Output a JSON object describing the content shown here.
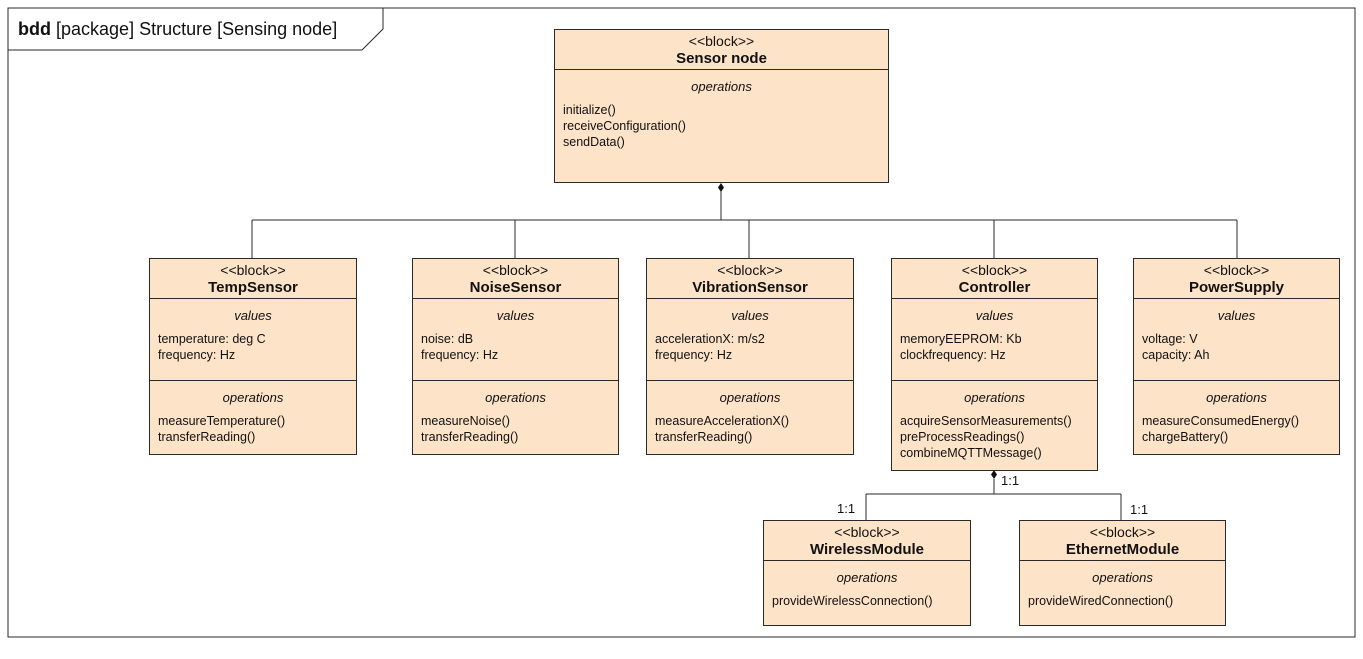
{
  "frame": {
    "keyword": "bdd",
    "rest": "[package] Structure [Sensing node]"
  },
  "blocks": [
    {
      "id": "sensor-node",
      "stereotype": "<<block>>",
      "name": "Sensor node",
      "compartments": [
        {
          "title": "operations",
          "items": [
            "initialize()",
            "receiveConfiguration()",
            "sendData()"
          ]
        }
      ]
    },
    {
      "id": "temp-sensor",
      "stereotype": "<<block>>",
      "name": "TempSensor",
      "compartments": [
        {
          "title": "values",
          "items": [
            "temperature: deg C",
            "frequency: Hz"
          ]
        },
        {
          "title": "operations",
          "items": [
            "measureTemperature()",
            "transferReading()"
          ]
        }
      ]
    },
    {
      "id": "noise-sensor",
      "stereotype": "<<block>>",
      "name": "NoiseSensor",
      "compartments": [
        {
          "title": "values",
          "items": [
            "noise: dB",
            "frequency: Hz"
          ]
        },
        {
          "title": "operations",
          "items": [
            "measureNoise()",
            "transferReading()"
          ]
        }
      ]
    },
    {
      "id": "vibration-sensor",
      "stereotype": "<<block>>",
      "name": "VibrationSensor",
      "compartments": [
        {
          "title": "values",
          "items": [
            "accelerationX: m/s2",
            "frequency: Hz"
          ]
        },
        {
          "title": "operations",
          "items": [
            "measureAccelerationX()",
            "transferReading()"
          ]
        }
      ]
    },
    {
      "id": "controller",
      "stereotype": "<<block>>",
      "name": "Controller",
      "compartments": [
        {
          "title": "values",
          "items": [
            "memoryEEPROM: Kb",
            "clockfrequency: Hz"
          ]
        },
        {
          "title": "operations",
          "items": [
            "acquireSensorMeasurements()",
            "preProcessReadings()",
            "combineMQTTMessage()"
          ]
        }
      ]
    },
    {
      "id": "power-supply",
      "stereotype": "<<block>>",
      "name": "PowerSupply",
      "compartments": [
        {
          "title": "values",
          "items": [
            "voltage: V",
            "capacity: Ah"
          ]
        },
        {
          "title": "operations",
          "items": [
            "measureConsumedEnergy()",
            "chargeBattery()"
          ]
        }
      ]
    },
    {
      "id": "wireless-module",
      "stereotype": "<<block>>",
      "name": "WirelessModule",
      "compartments": [
        {
          "title": "operations",
          "items": [
            "provideWirelessConnection()"
          ]
        }
      ]
    },
    {
      "id": "ethernet-module",
      "stereotype": "<<block>>",
      "name": "EthernetModule",
      "compartments": [
        {
          "title": "operations",
          "items": [
            "provideWiredConnection()"
          ]
        }
      ]
    }
  ],
  "multiplicities": {
    "controller_end": "1:1",
    "wireless_end": "1:1",
    "ethernet_end": "1:1"
  }
}
